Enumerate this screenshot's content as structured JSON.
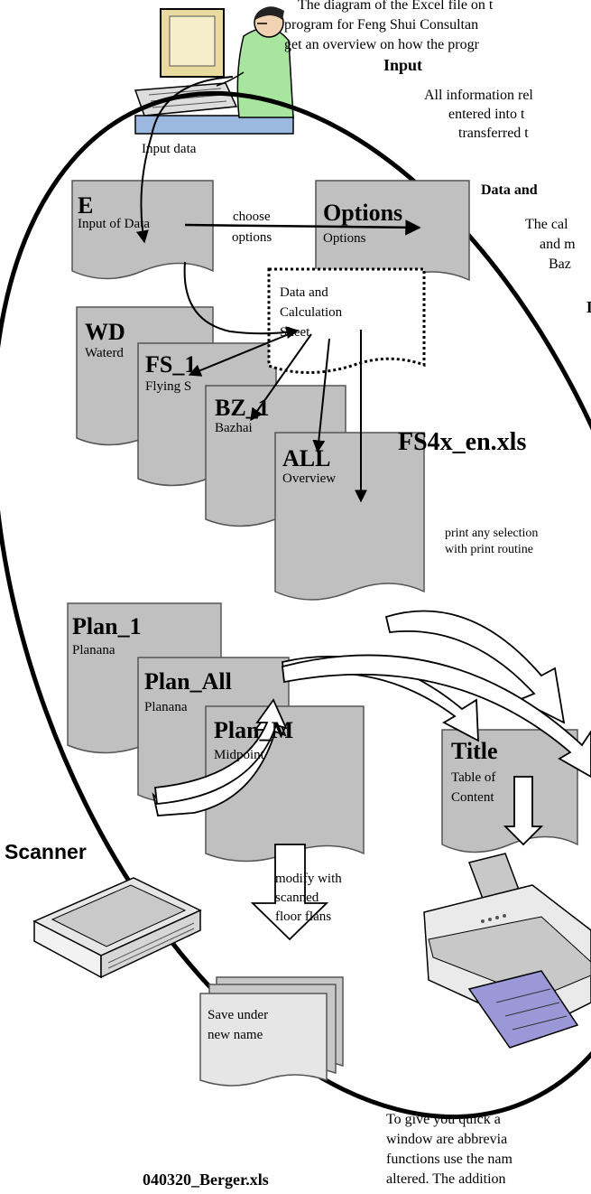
{
  "intro": {
    "line1": "The diagram of the Excel file on t",
    "line2": "program for Feng Shui Consultan",
    "line3": "get an overview on how the progr"
  },
  "input_section": {
    "heading": "Input",
    "text1": "All information rel",
    "text2": "entered into t",
    "text3": "transferred t"
  },
  "data_section": {
    "heading": "Data and",
    "text1": "The cal",
    "text2": "and m",
    "text3": "Baz"
  },
  "stray_letter": "D",
  "input_data_label": "Input data",
  "sheets": {
    "e": {
      "code": "E",
      "sub": "Input of Data"
    },
    "options": {
      "code": "Options",
      "sub": "Options"
    },
    "wd": {
      "code": "WD",
      "sub": "Waterd"
    },
    "fs1": {
      "code": "FS_1",
      "sub": "Flying S"
    },
    "bz1": {
      "code": "BZ_1",
      "sub": "Bazhai"
    },
    "all": {
      "code": "ALL",
      "sub": "Overview"
    },
    "plan1": {
      "code": "Plan_1",
      "sub": "Planana"
    },
    "planall": {
      "code": "Plan_All",
      "sub": "Planana"
    },
    "planm": {
      "code": "Plan_M",
      "sub": "Midpoint"
    },
    "title": {
      "code": "Title",
      "sub1": "Table of",
      "sub2": "Content"
    }
  },
  "choose_options": {
    "line1": "choose",
    "line2": "options"
  },
  "calc_sheet": {
    "line1": "Data and",
    "line2": "Calculation",
    "line3": "Sheet"
  },
  "workbook_name": "FS4x_en.xls",
  "print_note": {
    "line1": "print any selection",
    "line2": "with print routine"
  },
  "scanner_label": "Scanner",
  "modify_note": {
    "line1": "modify with",
    "line2": "scanned",
    "line3": "floor flans"
  },
  "save_box": {
    "line1": "Save under",
    "line2": "new name"
  },
  "output_file": "040320_Berger.xls",
  "footer": {
    "line1": "To give you quick a",
    "line2": "window are abbrevia",
    "line3": "functions use the nam",
    "line4": "altered. The addition"
  },
  "colors": {
    "sheet_fill": "#c0c0c0",
    "line": "#000000",
    "computer_screen": "#f2e6b3",
    "person_shirt": "#a8e6a0"
  }
}
